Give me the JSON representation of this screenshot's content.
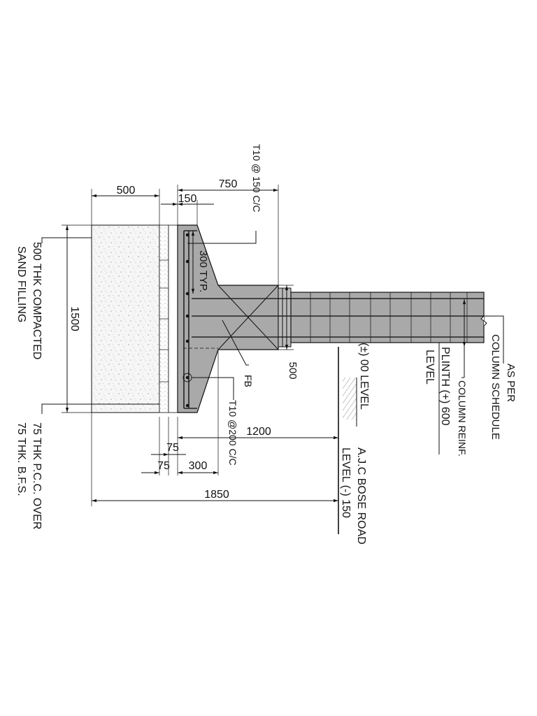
{
  "drawing_title": "",
  "dimensions": {
    "d500_top": "500",
    "d750": "750",
    "d150": "150",
    "d300_typ": "300 TYP.",
    "d1500": "1500",
    "d500_right": "500",
    "d1200": "1200",
    "d75_a": "75",
    "d75_b": "75",
    "d300": "300",
    "d1850": "1850"
  },
  "labels": {
    "rebar_top": "T10 @ 150 C/C",
    "rebar_bottom": "T10 @200 C/C",
    "fb": "FB",
    "sand_line1": "500 THK COMPACTED",
    "sand_line2": "SAND FILLING",
    "pcc_line1": "75 THK P.C.C. OVER",
    "pcc_line2": "75 THK. B.F.S.",
    "as_per_line1": "AS PER",
    "as_per_line2": "COLUMN  SCHEDULE",
    "column_reinf": "COLUMN REINF.",
    "plinth_line1": "PLINTH (+) 600",
    "plinth_line2": "LEVEL",
    "zero_level": "(±) 00 LEVEL",
    "road_line1": "A.J.C BOSE ROAD",
    "road_line2": "LEVEL (-) 150"
  },
  "colors": {
    "concrete": "#a9a9a9",
    "concrete_dark": "#9a9a9a",
    "sand": "#f4f4f4",
    "line": "#111111"
  }
}
